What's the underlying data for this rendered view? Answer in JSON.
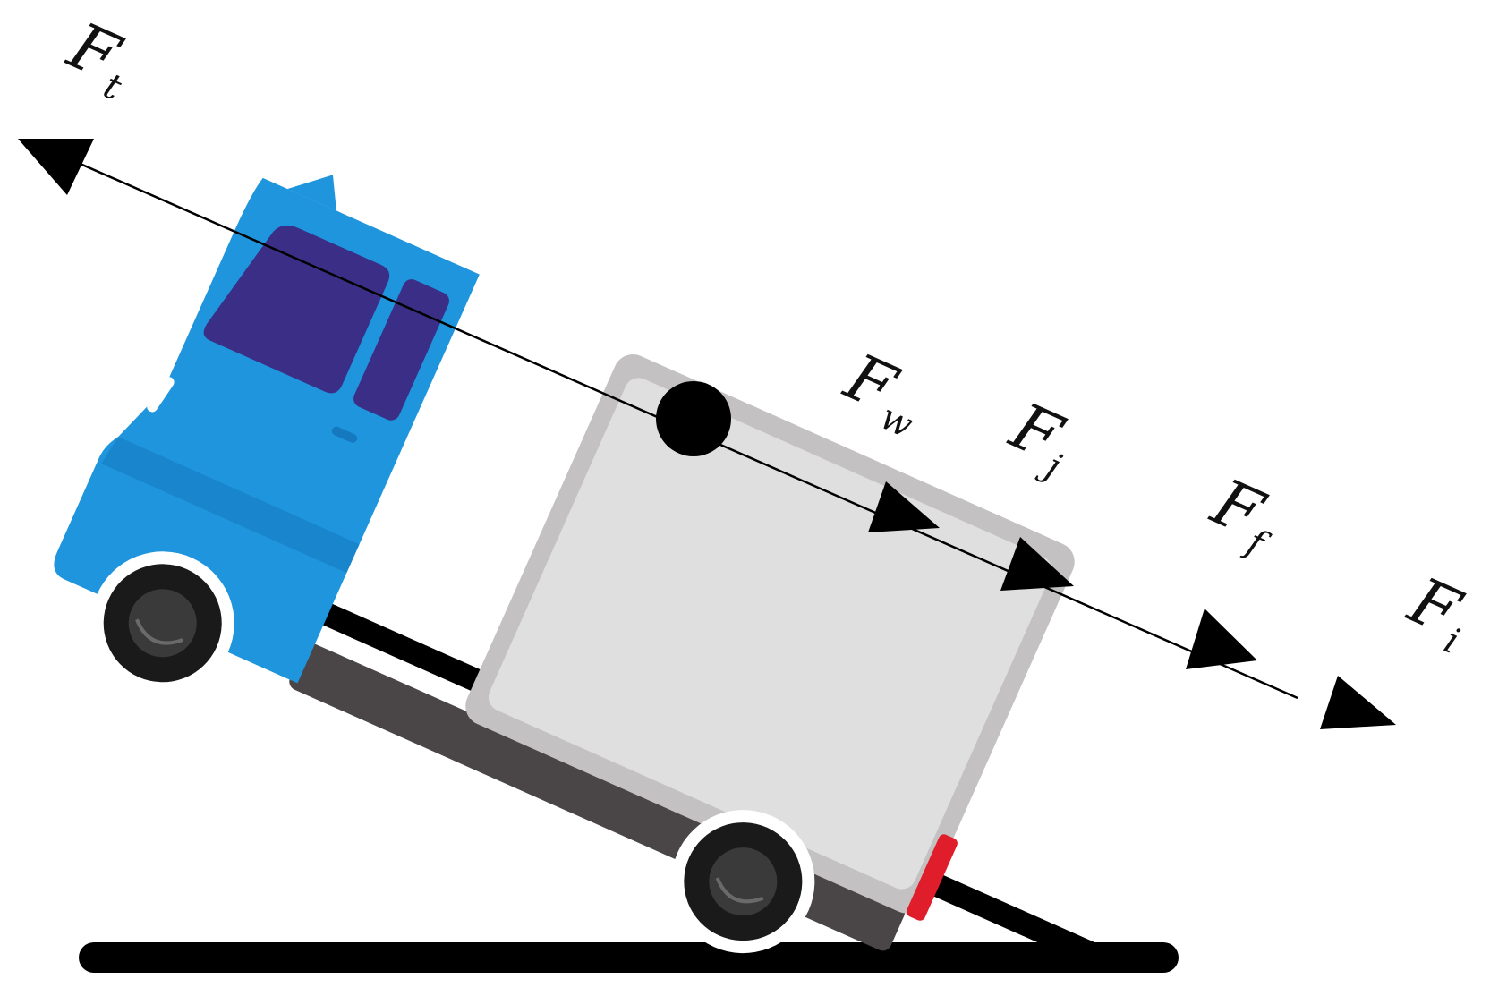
{
  "colors": {
    "cab_blue": "#1e95dc",
    "cab_blue_dark": "#1679c0",
    "window": "#3b2e87",
    "box_frame": "#c3c1c2",
    "box_panel": "#e0dfe0",
    "chassis": "#4a4546",
    "tire": "#1a1a1a",
    "rim": "#3a3a3a",
    "tail_light": "#e01e2b",
    "ink": "#000000"
  },
  "forces": [
    {
      "symbol": "F",
      "sub": "t"
    },
    {
      "symbol": "F",
      "sub": "w"
    },
    {
      "symbol": "F",
      "sub": "j"
    },
    {
      "symbol": "F",
      "sub": "f"
    },
    {
      "symbol": "F",
      "sub": "i"
    }
  ],
  "icons": [
    "truck-icon",
    "center-of-mass-dot",
    "arrowhead-icon"
  ]
}
